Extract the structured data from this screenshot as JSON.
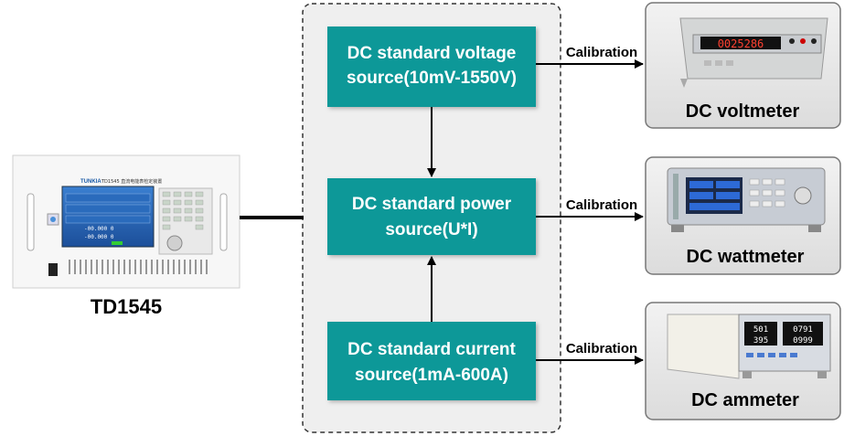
{
  "device": {
    "name": "TD1545",
    "brand": "TUNKIA",
    "panel_title": "TD1545 直流电能表检定装置",
    "readout_1": "-00.000 0",
    "readout_2": "-00.000 0"
  },
  "sources": {
    "voltage": {
      "line1": "DC standard voltage",
      "line2": "source(10mV-1550V)"
    },
    "power": {
      "line1": "DC standard power",
      "line2": "source(U*I)"
    },
    "current": {
      "line1": "DC standard current",
      "line2": "source(1mA-600A)"
    }
  },
  "calibration_label": "Calibration",
  "instruments": {
    "voltmeter": {
      "label": "DC voltmeter",
      "display": "0025286"
    },
    "wattmeter": {
      "label": "DC wattmeter"
    },
    "ammeter": {
      "label": "DC ammeter",
      "display_top_left": "501",
      "display_bottom_left": "395",
      "display_top_right": "0791",
      "display_bottom_right": "0999"
    }
  },
  "colors": {
    "source_box": "#0e9898",
    "source_text": "#ffffff",
    "instrument_panel": "#e6e6e6",
    "arrow": "#000000"
  }
}
